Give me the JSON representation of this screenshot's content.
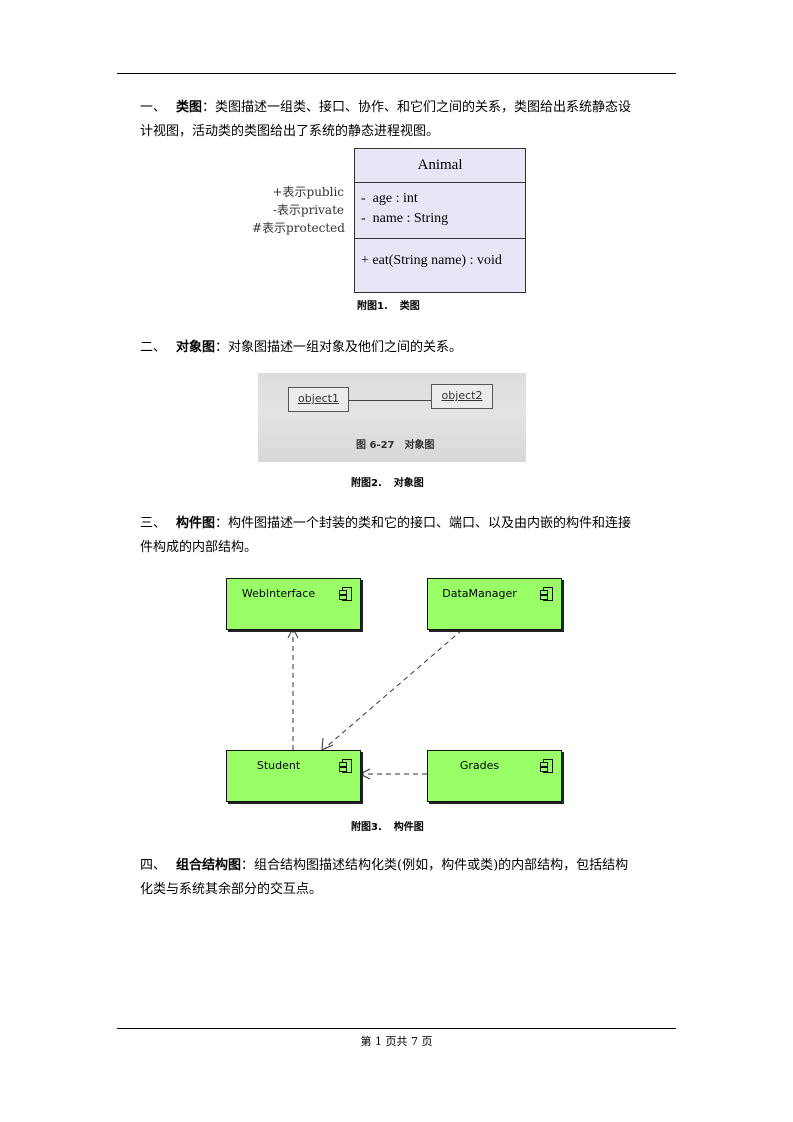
{
  "sections": [
    {
      "number": "一、",
      "term": "类图",
      "text_line1": "：类图描述一组类、接口、协作、和它们之间的关系，类图给出系统静态设",
      "text_line2": "计视图，活动类的类图给出了系统的静态进程视图。"
    },
    {
      "number": "二、",
      "term": "对象图",
      "text_line1": "：对象图描述一组对象及他们之间的关系。"
    },
    {
      "number": "三、",
      "term": "构件图",
      "text_line1": "：构件图描述一个封装的类和它的接口、端口、以及由内嵌的构件和连接",
      "text_line2": "件构成的内部结构。"
    },
    {
      "number": "四、",
      "term": "组合结构图",
      "text_line1": "：组合结构图描述结构化类(例如，构件或类)的内部结构，包括结构",
      "text_line2": "化类与系统其余部分的交互点。"
    }
  ],
  "figure1": {
    "legend": [
      "+表示public",
      "-表示private",
      "#表示protected"
    ],
    "class_name": "Animal",
    "attributes": [
      "-  age : int",
      "-  name : String"
    ],
    "operations": [
      "+ eat(String name) : void"
    ],
    "caption_label": "附图1.",
    "caption_title": "类图"
  },
  "figure2": {
    "object1": "object1",
    "object2": "object2",
    "scan_label_num": "图 6-27",
    "scan_label_title": "对象图",
    "caption_label": "附图2.",
    "caption_title": "对象图"
  },
  "figure3": {
    "components": [
      "WebInterface",
      "DataManager",
      "Student",
      "Grades"
    ],
    "fill_color": "#99ff66",
    "caption_label": "附图3.",
    "caption_title": "构件图"
  },
  "footer": "第 1 页共 7 页"
}
